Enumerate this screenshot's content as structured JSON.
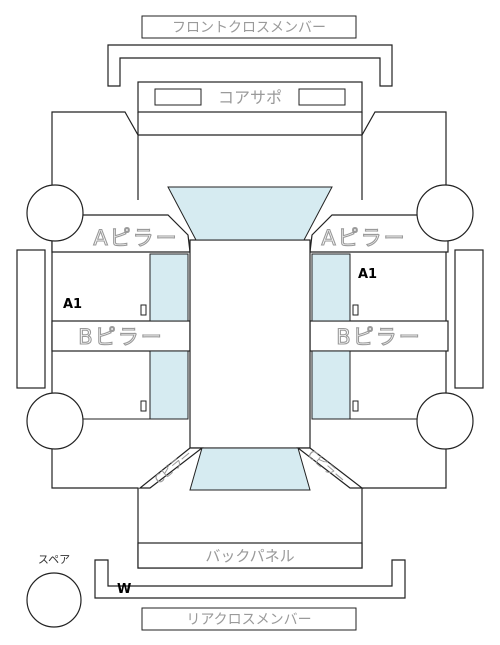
{
  "labels": {
    "front_cross_member": "フロントクロスメンバー",
    "core_support": "コアサポ",
    "a_pillar_left": "Aピラー",
    "a_pillar_right": "Aピラー",
    "b_pillar_left": "Bピラー",
    "b_pillar_right": "Bピラー",
    "c_pillar_left": "Cピラー",
    "c_pillar_right": "Cピラー",
    "back_panel": "バックパネル",
    "rear_cross_member": "リアクロスメンバー",
    "spare": "スペア"
  },
  "grades": {
    "left_door": "A1",
    "right_door": "A1",
    "rear": "W"
  },
  "colors": {
    "glass": "#d6ebf1",
    "outline": "#222222",
    "label_gray": "#9a9a9a"
  }
}
